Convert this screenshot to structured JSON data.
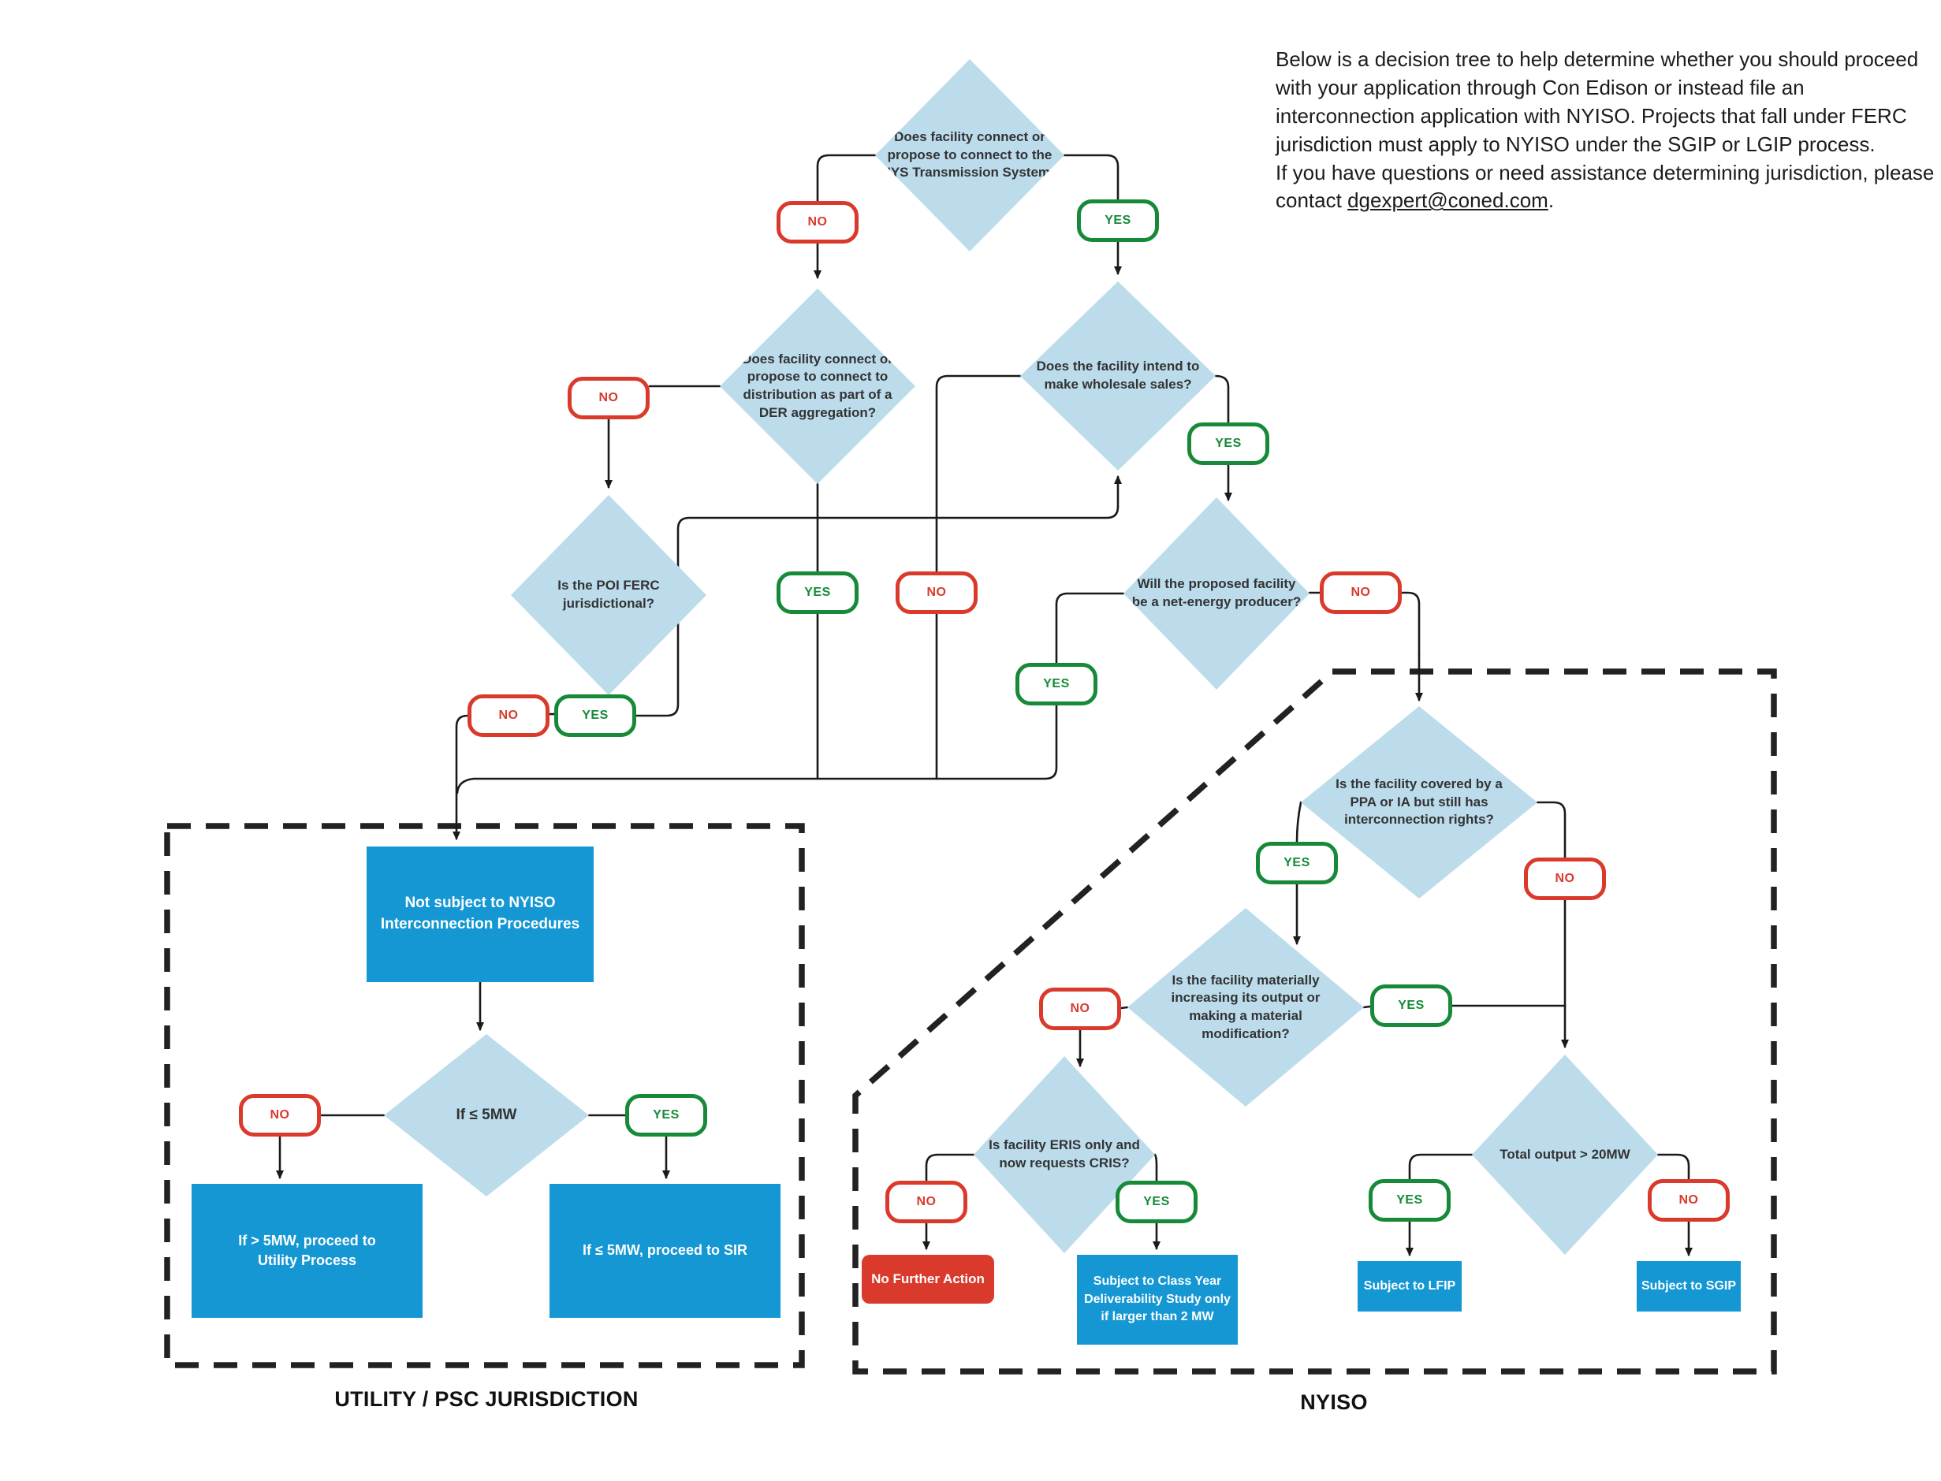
{
  "intro": {
    "before_link": "Below is a decision tree to help determine whether you should proceed with your application through Con Edison or instead file an interconnection application with NYISO. Projects that fall under FERC jurisdiction must apply to NYISO under the SGIP or LGIP process.\nIf you have questions or need assistance determining jurisdiction, please contact ",
    "link_text": "dgexpert@coned.com",
    "after_link": "."
  },
  "regions": {
    "utility_label": "UTILITY / PSC JURISDICTION",
    "nyiso_label": "NYISO"
  },
  "decisions": [
    {
      "id": "transmission-system",
      "text": "Does facility connect or\npropose to connect to the\nNYS Transmission System?"
    },
    {
      "id": "der-aggregation",
      "text": "Does facility connect or\npropose to connect to\ndistribution as part of a\nDER aggregation?"
    },
    {
      "id": "wholesale-sales",
      "text": "Does the facility intend to\nmake wholesale sales?"
    },
    {
      "id": "poi-ferc",
      "text": "Is the POI FERC\njurisdictional?"
    },
    {
      "id": "net-energy-producer",
      "text": "Will the proposed facility\nbe a net-energy producer?"
    },
    {
      "id": "ppa-ia",
      "text": "Is the facility covered by a\nPPA or IA but still has\ninterconnection rights?"
    },
    {
      "id": "material-modification",
      "text": "Is the facility materially\nincreasing its output or\nmaking a material\nmodification?"
    },
    {
      "id": "total-output",
      "text": "Total output > 20MW"
    },
    {
      "id": "eris-cris",
      "text": "Is facility ERIS only and\nnow requests CRIS?"
    },
    {
      "id": "if-5mw",
      "text": "If  ≤ 5MW"
    }
  ],
  "branch_labels": [
    {
      "id": "transmission-system-no",
      "value": "NO"
    },
    {
      "id": "transmission-system-yes",
      "value": "YES"
    },
    {
      "id": "der-aggregation-no",
      "value": "NO"
    },
    {
      "id": "der-aggregation-yes",
      "value": "YES"
    },
    {
      "id": "wholesale-sales-no",
      "value": "NO"
    },
    {
      "id": "wholesale-sales-yes",
      "value": "YES"
    },
    {
      "id": "poi-ferc-no",
      "value": "NO"
    },
    {
      "id": "poi-ferc-yes",
      "value": "YES"
    },
    {
      "id": "net-energy-producer-yes",
      "value": "YES"
    },
    {
      "id": "net-energy-producer-no",
      "value": "NO"
    },
    {
      "id": "ppa-ia-yes",
      "value": "YES"
    },
    {
      "id": "ppa-ia-no",
      "value": "NO"
    },
    {
      "id": "material-modification-no",
      "value": "NO"
    },
    {
      "id": "material-modification-yes",
      "value": "YES"
    },
    {
      "id": "total-output-yes",
      "value": "YES"
    },
    {
      "id": "total-output-no",
      "value": "NO"
    },
    {
      "id": "eris-cris-no",
      "value": "NO"
    },
    {
      "id": "eris-cris-yes",
      "value": "YES"
    },
    {
      "id": "if-5mw-no",
      "value": "NO"
    },
    {
      "id": "if-5mw-yes",
      "value": "YES"
    }
  ],
  "outcomes": [
    {
      "id": "not-subject-nyiso",
      "text": "Not subject to NYISO\nInterconnection Procedures"
    },
    {
      "id": "utility-process",
      "text": "If > 5MW, proceed to\nUtility Process"
    },
    {
      "id": "proceed-sir",
      "text": "If  ≤ 5MW, proceed to SIR"
    },
    {
      "id": "no-further-action",
      "text": "No Further Action"
    },
    {
      "id": "class-year-study",
      "text": "Subject to Class Year\nDeliverability Study only\nif larger than 2 MW"
    },
    {
      "id": "subject-lfip",
      "text": "Subject to LFIP"
    },
    {
      "id": "subject-sgip",
      "text": "Subject to SGIP"
    }
  ],
  "flow": [
    {
      "from": "transmission-system",
      "label": "NO",
      "to": "der-aggregation"
    },
    {
      "from": "transmission-system",
      "label": "YES",
      "to": "wholesale-sales"
    },
    {
      "from": "der-aggregation",
      "label": "NO",
      "to": "poi-ferc"
    },
    {
      "from": "der-aggregation",
      "label": "YES",
      "to": "not-subject-nyiso"
    },
    {
      "from": "wholesale-sales",
      "label": "NO",
      "to": "not-subject-nyiso"
    },
    {
      "from": "wholesale-sales",
      "label": "YES",
      "to": "net-energy-producer"
    },
    {
      "from": "poi-ferc",
      "label": "NO",
      "to": "not-subject-nyiso"
    },
    {
      "from": "poi-ferc",
      "label": "YES",
      "to": "wholesale-sales"
    },
    {
      "from": "net-energy-producer",
      "label": "YES",
      "to": "not-subject-nyiso"
    },
    {
      "from": "net-energy-producer",
      "label": "NO",
      "to": "ppa-ia"
    },
    {
      "from": "ppa-ia",
      "label": "YES",
      "to": "material-modification"
    },
    {
      "from": "ppa-ia",
      "label": "NO",
      "to": "total-output"
    },
    {
      "from": "material-modification",
      "label": "NO",
      "to": "eris-cris"
    },
    {
      "from": "material-modification",
      "label": "YES",
      "to": "total-output"
    },
    {
      "from": "eris-cris",
      "label": "NO",
      "to": "no-further-action"
    },
    {
      "from": "eris-cris",
      "label": "YES",
      "to": "class-year-study"
    },
    {
      "from": "total-output",
      "label": "YES",
      "to": "subject-lfip"
    },
    {
      "from": "total-output",
      "label": "NO",
      "to": "subject-sgip"
    },
    {
      "from": "not-subject-nyiso",
      "label": "",
      "to": "if-5mw"
    },
    {
      "from": "if-5mw",
      "label": "NO",
      "to": "utility-process"
    },
    {
      "from": "if-5mw",
      "label": "YES",
      "to": "proceed-sir"
    }
  ],
  "colors": {
    "decision_fill": "#BCDCEC",
    "outcome_fill": "#1497D3",
    "terminate_fill": "#D93A2B",
    "yes_green": "#168A38",
    "no_red": "#D93A2B",
    "line": "#1A1A1A"
  }
}
